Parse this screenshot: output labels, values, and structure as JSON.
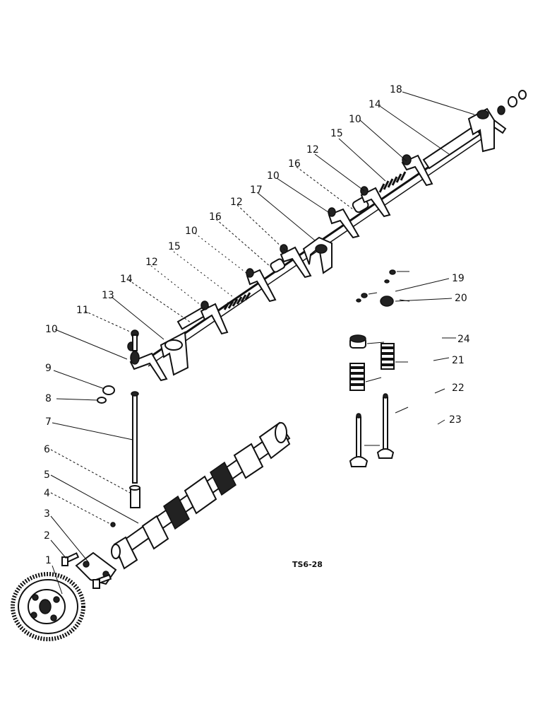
{
  "diagram": {
    "code": "TS6-28",
    "labels": {
      "n1": "1",
      "n2": "2",
      "n3": "3",
      "n4": "4",
      "n5": "5",
      "n6": "6",
      "n7": "7",
      "n8": "8",
      "n9": "9",
      "n10a": "10",
      "n11": "11",
      "n13": "13",
      "n14a": "14",
      "n12a": "12",
      "n15a": "15",
      "n10b": "10",
      "n16a": "16",
      "n12b": "12",
      "n17": "17",
      "n10c": "10",
      "n16b": "16",
      "n12c": "12",
      "n15b": "15",
      "n10d": "10",
      "n14b": "14",
      "n18": "18",
      "n19": "19",
      "n20": "20",
      "n24": "24",
      "n21": "21",
      "n22": "22",
      "n23": "23"
    }
  }
}
